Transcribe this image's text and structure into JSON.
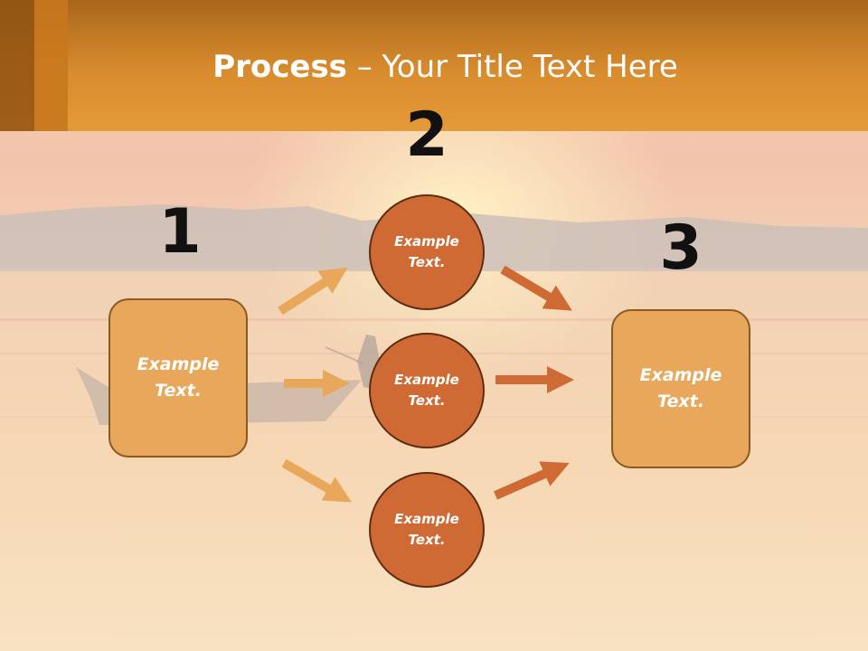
{
  "title": {
    "strong": "Process",
    "rest": " – Your Title Text Here"
  },
  "steps": [
    {
      "number": "1",
      "box": {
        "line1": "Example",
        "line2": "Text."
      }
    },
    {
      "number": "2",
      "circles": [
        {
          "line1": "Example",
          "line2": "Text."
        },
        {
          "line1": "Example",
          "line2": "Text."
        },
        {
          "line1": "Example",
          "line2": "Text."
        }
      ]
    },
    {
      "number": "3",
      "box": {
        "line1": "Example",
        "line2": "Text."
      }
    }
  ],
  "colors": {
    "header": "#d98c2d",
    "box_fill": "#e8a75a",
    "circle_fill": "#d06a35",
    "arrow_left": "#e8a75a",
    "arrow_right": "#d06a35"
  }
}
